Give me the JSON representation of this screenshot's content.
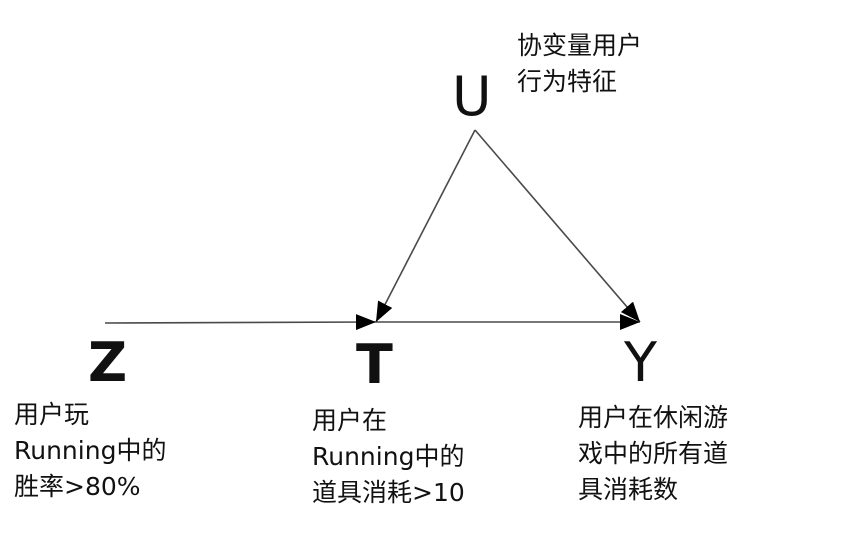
{
  "nodes": {
    "u": {
      "letter": "U",
      "caption_lines": [
        "协变量用户",
        "行为特征"
      ]
    },
    "z": {
      "letter": "Z",
      "caption_lines": [
        "用户玩",
        "Running中的",
        "胜率>80%"
      ]
    },
    "t": {
      "letter": "T",
      "caption_lines": [
        "用户在",
        "Running中的",
        "道具消耗>10"
      ]
    },
    "y": {
      "letter": "Y",
      "caption_lines": [
        "用户在休闲游",
        "戏中的所有道",
        "具消耗数"
      ]
    }
  },
  "edges": [
    {
      "from": "z",
      "to": "t"
    },
    {
      "from": "t",
      "to": "y"
    },
    {
      "from": "u",
      "to": "t"
    },
    {
      "from": "u",
      "to": "y"
    }
  ],
  "colors": {
    "line": "#4a4a4a",
    "arrowhead": "#000000",
    "text": "#111111",
    "background": "#ffffff"
  }
}
